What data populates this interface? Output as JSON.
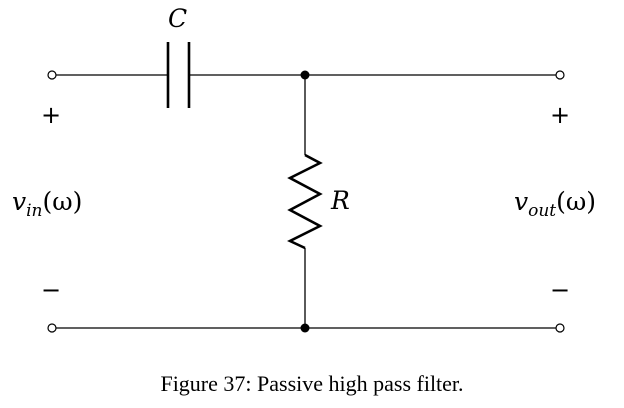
{
  "diagram": {
    "capacitor_label": "C",
    "resistor_label": "R",
    "input": {
      "symbol": "v",
      "subscript": "in",
      "argument": "(ω)",
      "plus_sign": "+",
      "minus_sign": "−"
    },
    "output": {
      "symbol": "v",
      "subscript": "out",
      "argument": "(ω)",
      "plus_sign": "+",
      "minus_sign": "−"
    }
  },
  "caption": "Figure 37: Passive high pass filter."
}
